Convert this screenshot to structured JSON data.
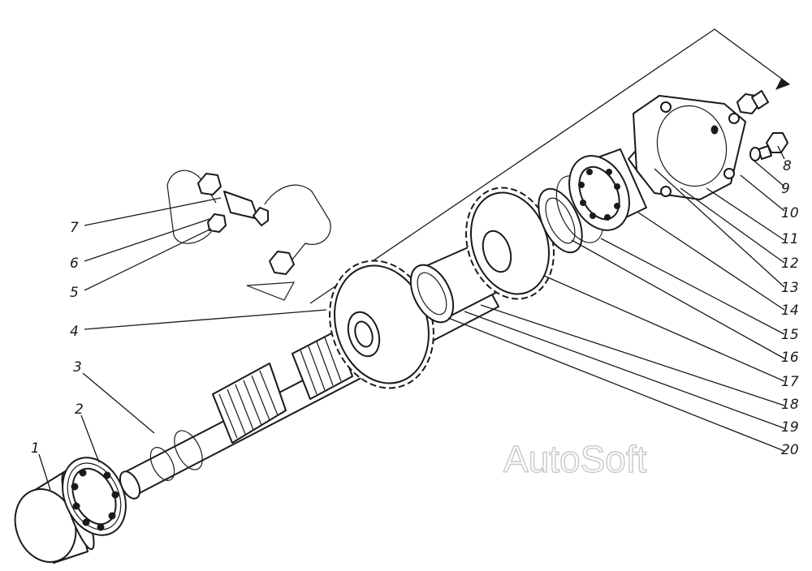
{
  "watermark": "AutoSoft",
  "callouts": [
    {
      "label": "1"
    },
    {
      "label": "2"
    },
    {
      "label": "3"
    },
    {
      "label": "4"
    },
    {
      "label": "5"
    },
    {
      "label": "6"
    },
    {
      "label": "7"
    },
    {
      "label": "8"
    },
    {
      "label": "9"
    },
    {
      "label": "10"
    },
    {
      "label": "11"
    },
    {
      "label": "12"
    },
    {
      "label": "13"
    },
    {
      "label": "14"
    },
    {
      "label": "15"
    },
    {
      "label": "16"
    },
    {
      "label": "17"
    },
    {
      "label": "18"
    },
    {
      "label": "19"
    },
    {
      "label": "20"
    }
  ],
  "colors": {
    "ink": "#1a1a1a",
    "paper": "#ffffff",
    "watermark_outline": "#c8c8c8"
  }
}
